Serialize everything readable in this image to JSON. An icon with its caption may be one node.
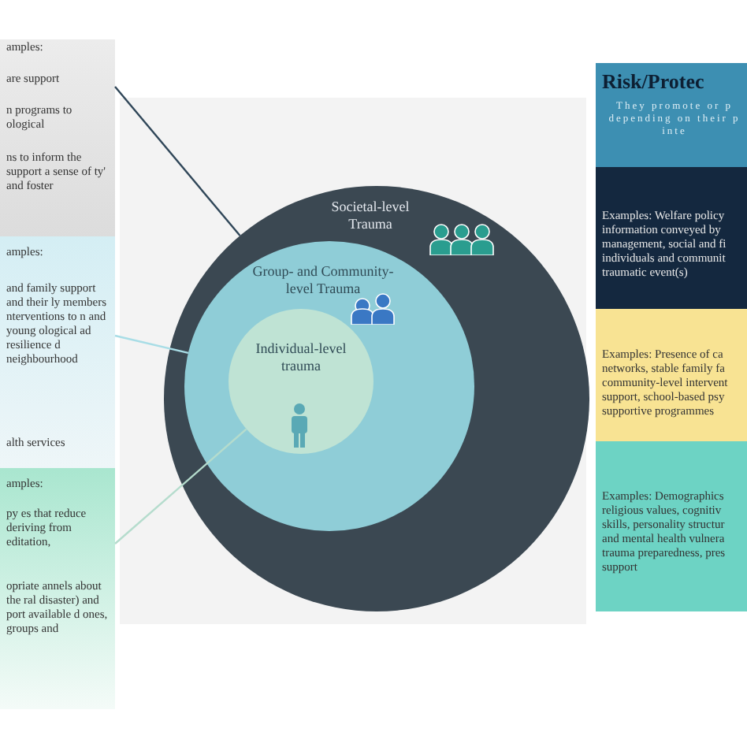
{
  "diagram": {
    "nodes": [
      {
        "text": [
          "amples:",
          "are support",
          "n programs to ological",
          "ns to inform the support a sense of ty' and foster"
        ]
      },
      {
        "text": [
          "amples:",
          "and family support and their ly members nterventions to n and young ological ad resilience d neighbourhood",
          "alth services"
        ]
      },
      {
        "text": [
          "amples:",
          "py es that reduce deriving from editation,",
          "opriate annels about the ral disaster) and port available d ones, groups and"
        ]
      },
      {
        "text": [
          "Societal-level Trauma"
        ]
      },
      {
        "text": [
          "Group- and Community-level Trauma"
        ],
        "in": 3
      },
      {
        "text": [
          "Individual-level trauma"
        ],
        "in": 4
      },
      {
        "text": [
          "Risk/Protec",
          "They promote or p depending on their p inte"
        ]
      },
      {
        "text": [
          "Examples: Welfare policy information conveyed by management, social and fi individuals and communit traumatic event(s)"
        ]
      },
      {
        "text": [
          "Examples: Presence of ca networks, stable family fa community-level intervent support, school-based psy supportive programmes"
        ]
      },
      {
        "text": [
          "Examples: Demographics religious values, cognitiv skills, personality structur and mental health vulnera trauma preparedness, pres support"
        ]
      }
    ],
    "edges": [
      {
        "from": 0,
        "to": 3,
        "arrow": "none"
      },
      {
        "from": 1,
        "to": 4,
        "arrow": "none",
        "color": "#a8dde6"
      },
      {
        "from": 2,
        "to": 5,
        "arrow": "none",
        "color": "#b5dccd"
      }
    ]
  }
}
